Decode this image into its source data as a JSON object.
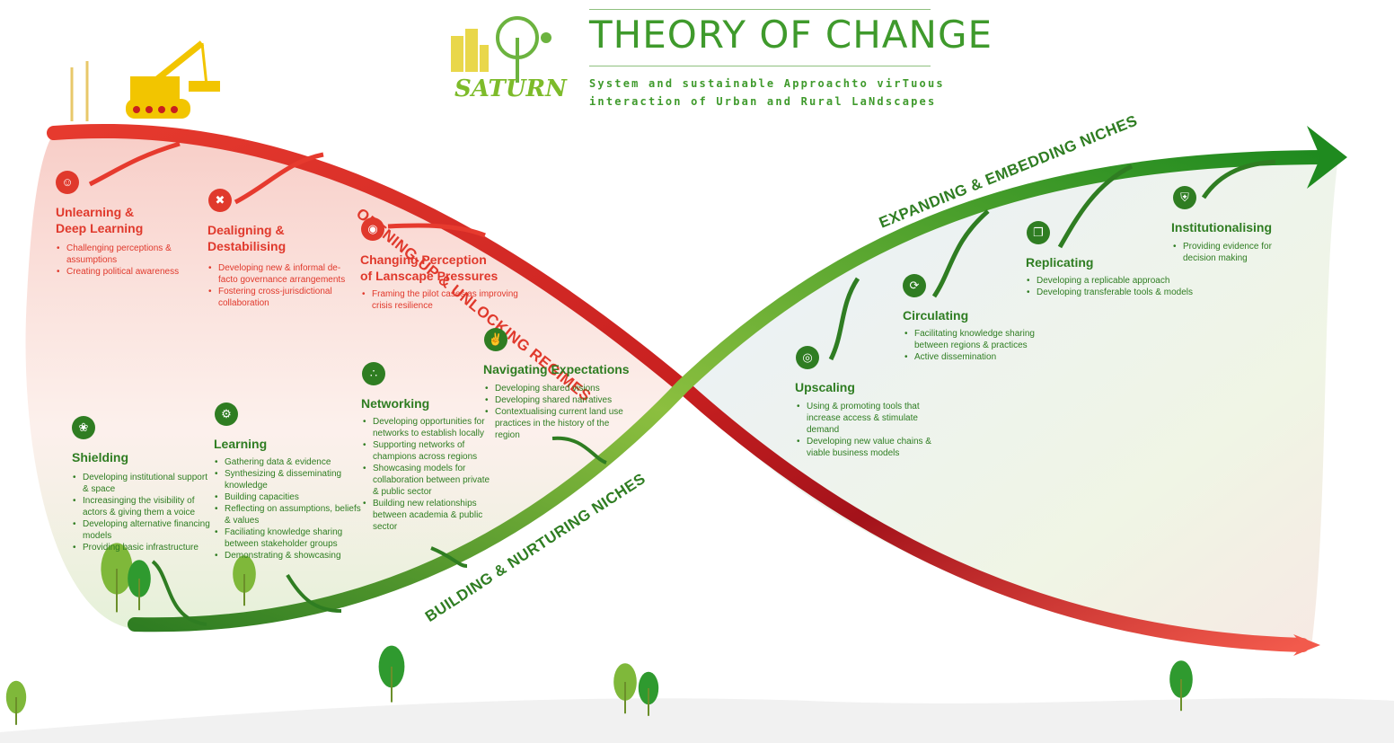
{
  "header": {
    "logo_text": "SATURN",
    "title": "THEORY OF CHANGE",
    "subtitle_line1": "System and sustainable Approachto virTuous",
    "subtitle_line2": "interaction of Urban and Rural LaNdscapes"
  },
  "curve_labels": {
    "regimes": "OPENING-UP & UNLOCKING REGIMES",
    "niches_build": "BUILDING & NURTURING NICHES",
    "niches_expand": "EXPANDING & EMBEDDING NICHES"
  },
  "colors": {
    "regime_red": "#e0392c",
    "regime_dark": "#a8141a",
    "niche_green": "#2f7d22",
    "niche_light": "#8cbf3f"
  },
  "regime_steps": [
    {
      "icon": "head-icon",
      "title": "Unlearning & Deep Learning",
      "title_lines": [
        "Unlearning &",
        "Deep Learning"
      ],
      "bullets": [
        "Challenging perceptions & assumptions",
        "Creating political awareness"
      ]
    },
    {
      "icon": "tools-icon",
      "title": "Dealigning & Destabilising",
      "title_lines": [
        "Dealigning &",
        "Destabilising"
      ],
      "bullets": [
        "Developing new & informal de-facto governance arrangements",
        "Fostering cross-jurisdictional collaboration"
      ]
    },
    {
      "icon": "eye-icon",
      "title": "Changing Perception of Lanscape Pressures",
      "title_lines": [
        "Changing Perception",
        "of Lanscape Pressures"
      ],
      "bullets": [
        "Framing the pilot cases as improving crisis resilience"
      ]
    }
  ],
  "niche_steps": [
    {
      "icon": "brain-icon",
      "title": "Shielding",
      "bullets": [
        "Developing institutional support & space",
        "Increasinging the visibility of actors & giving them a voice",
        "Developing alternative financing models",
        "Providing basic infrastructure"
      ]
    },
    {
      "icon": "head-gear-icon",
      "title": "Learning",
      "bullets": [
        "Gathering data & evidence",
        "Synthesizing & disseminating knowledge",
        "Building capacities",
        "Reflecting on assumptions, beliefs & values",
        "Faciliating knowledge sharing between stakeholder groups",
        "Demonstrating & showcasing"
      ]
    },
    {
      "icon": "network-icon",
      "title": "Networking",
      "bullets": [
        "Developing opportunities for networks to establish locally",
        "Supporting networks of champions across regions",
        "Showcasing models for collaboration between private & public sector",
        "Building new relationships between academia & public sector"
      ]
    },
    {
      "icon": "fingers-crossed-icon",
      "title": "Navigating Expectations",
      "bullets": [
        "Developing shared visions",
        "Developing shared narratives",
        "Contextualising current land use practices in the history of the region"
      ]
    },
    {
      "icon": "target-icon",
      "title": "Upscaling",
      "bullets": [
        "Using & promoting tools that increase access & stimulate demand",
        "Developing new value chains & viable business models"
      ]
    },
    {
      "icon": "cycle-icon",
      "title": "Circulating",
      "bullets": [
        "Facilitating knowledge sharing between regions & practices",
        "Active dissemination"
      ]
    },
    {
      "icon": "copy-icon",
      "title": "Replicating",
      "bullets": [
        "Developing a replicable approach",
        "Developing transferable tools & models"
      ]
    },
    {
      "icon": "institution-icon",
      "title": "Institutionalising",
      "bullets": [
        "Providing evidence for decision making"
      ]
    }
  ]
}
